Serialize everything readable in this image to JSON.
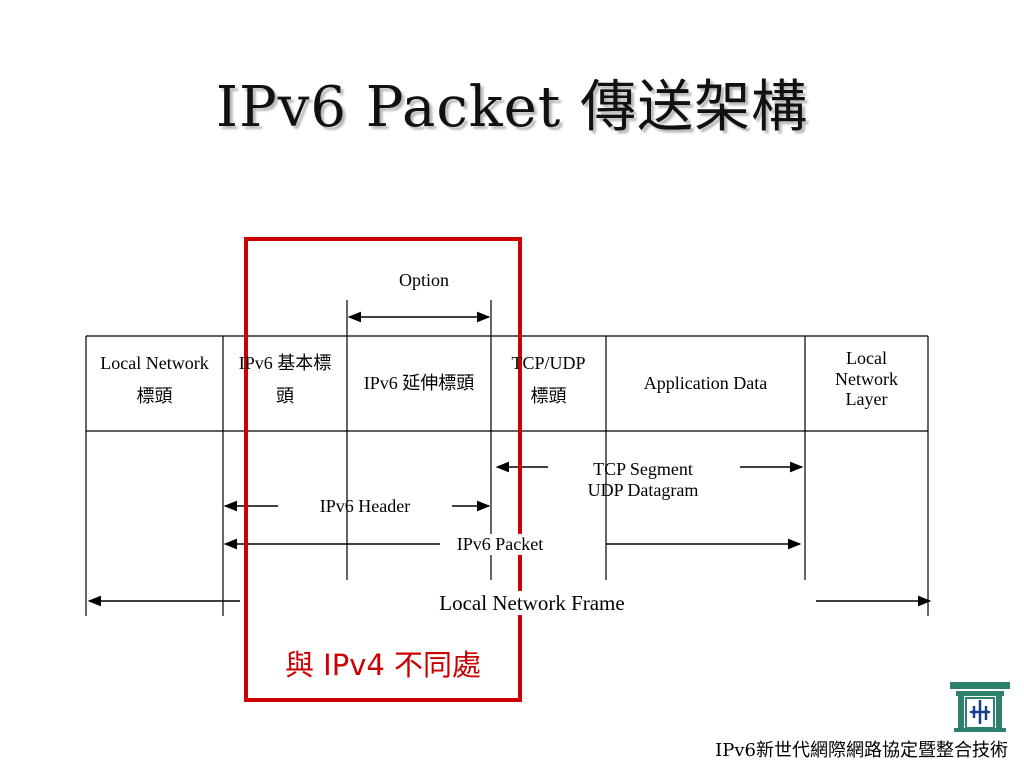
{
  "slide": {
    "title": "IPv6 Packet 傳送架構",
    "footer": "IPv6新世代網際網路協定暨整合技術"
  },
  "diagram": {
    "option_label": "Option",
    "header_cells": {
      "local_network": [
        "Local Network",
        "標頭"
      ],
      "ipv6_basic": [
        "IPv6 基本標",
        "頭"
      ],
      "ipv6_ext": "IPv6 延伸標頭",
      "tcp_udp": [
        "TCP/UDP",
        "標頭"
      ],
      "app_data": "Application Data",
      "local_layer": [
        "Local",
        "Network",
        "Layer"
      ]
    },
    "spans": {
      "tcp_segment": [
        "TCP Segment",
        "UDP Datagram"
      ],
      "ipv6_header": "IPv6 Header",
      "ipv6_packet": "IPv6 Packet",
      "local_frame": "Local Network Frame"
    },
    "highlight_note": "與 IPv4 不同處",
    "colors": {
      "highlight": "#cc0000",
      "lines": "#000000"
    }
  }
}
